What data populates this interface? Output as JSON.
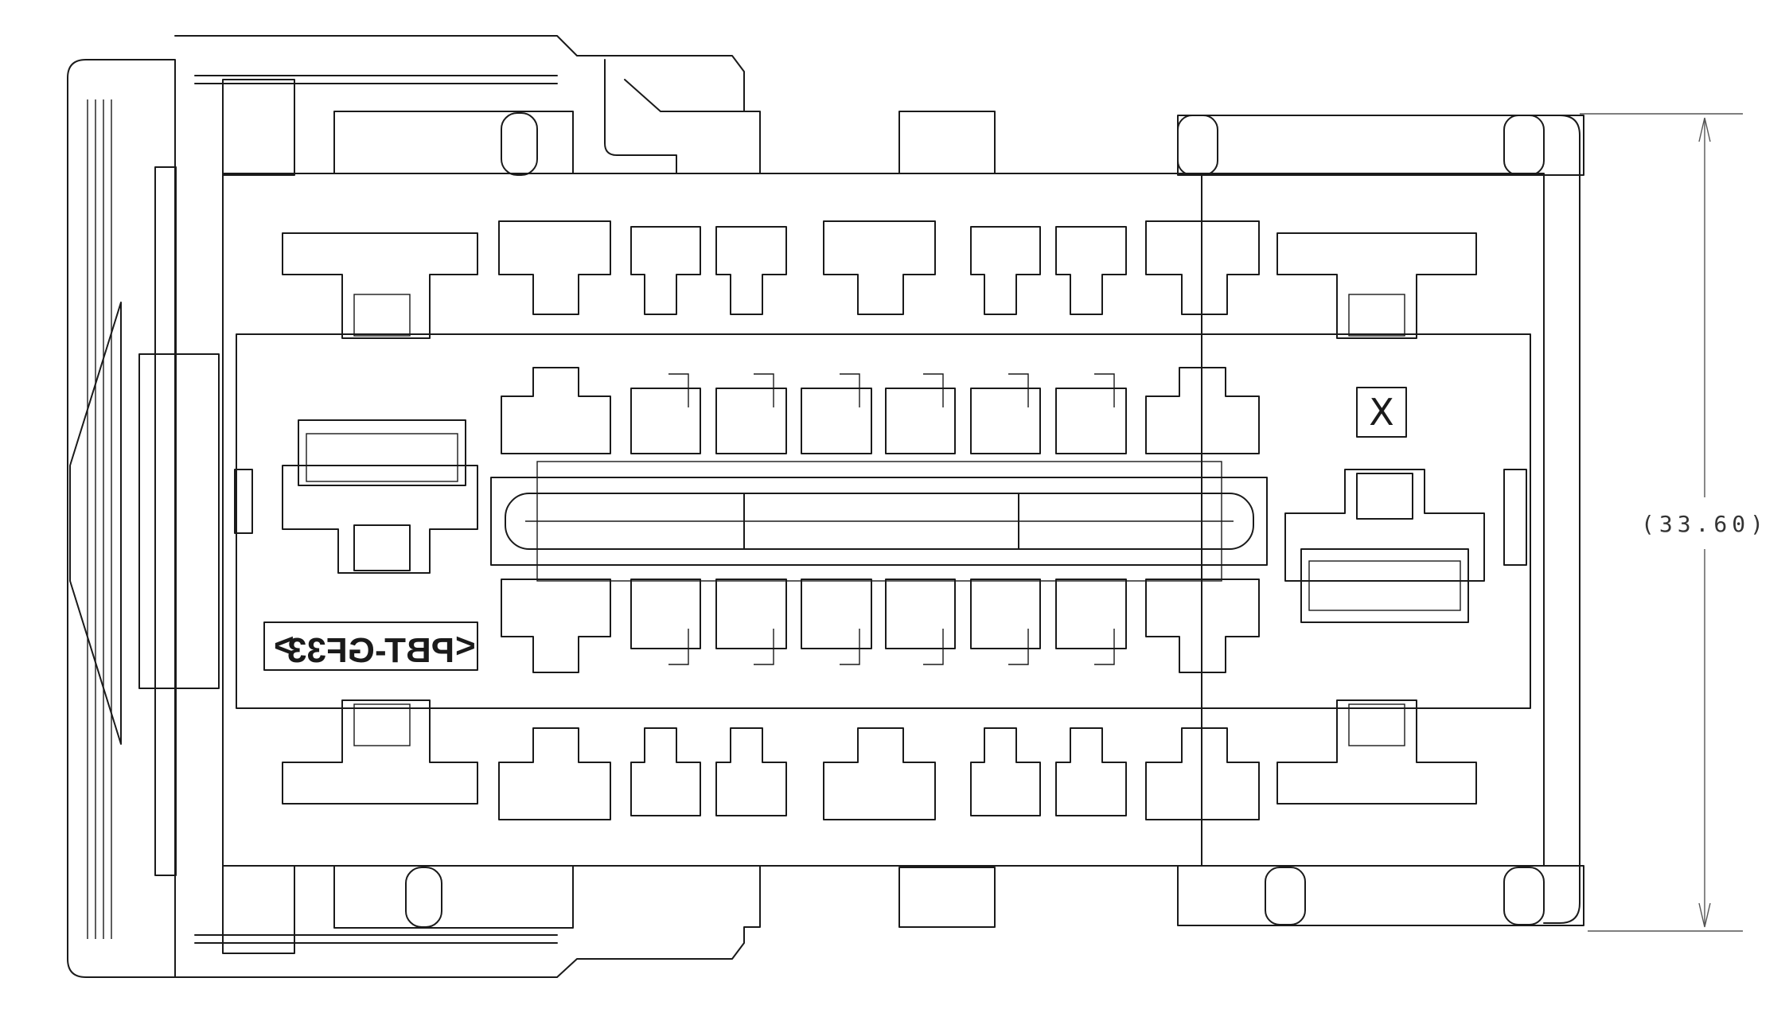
{
  "drawing": {
    "dimension_label": "(33.60)",
    "material_marking": "PBT-GF33",
    "position_marker": "X"
  },
  "colors": {
    "stroke": "#1a1a1a",
    "background": "#ffffff",
    "dimension": "#555555"
  }
}
